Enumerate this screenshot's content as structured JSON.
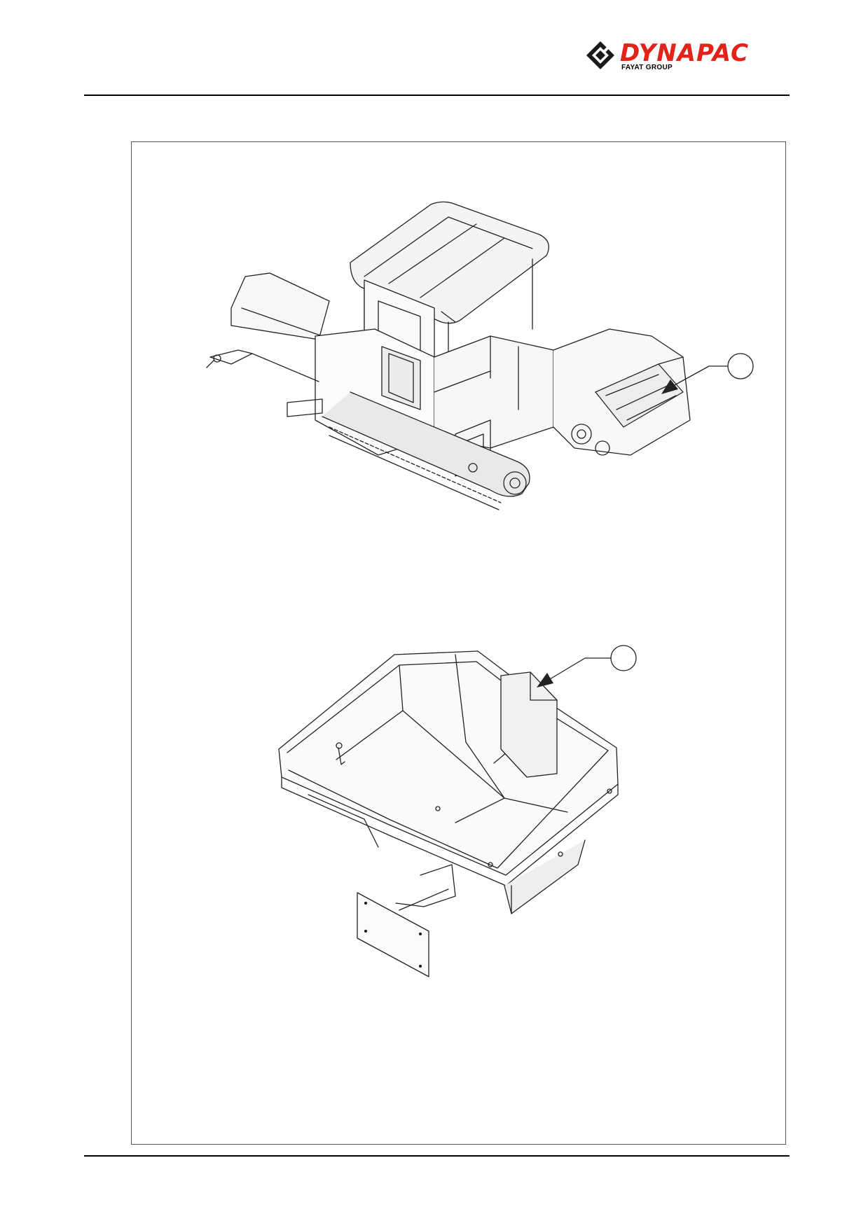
{
  "header": {
    "brand_name": "DYNAPAC",
    "brand_subtitle": "FAYAT GROUP",
    "brand_color": "#e2231a"
  },
  "figures": [
    {
      "name": "paver-overview",
      "callout_label": ""
    },
    {
      "name": "hopper-detail",
      "callout_label": ""
    }
  ]
}
